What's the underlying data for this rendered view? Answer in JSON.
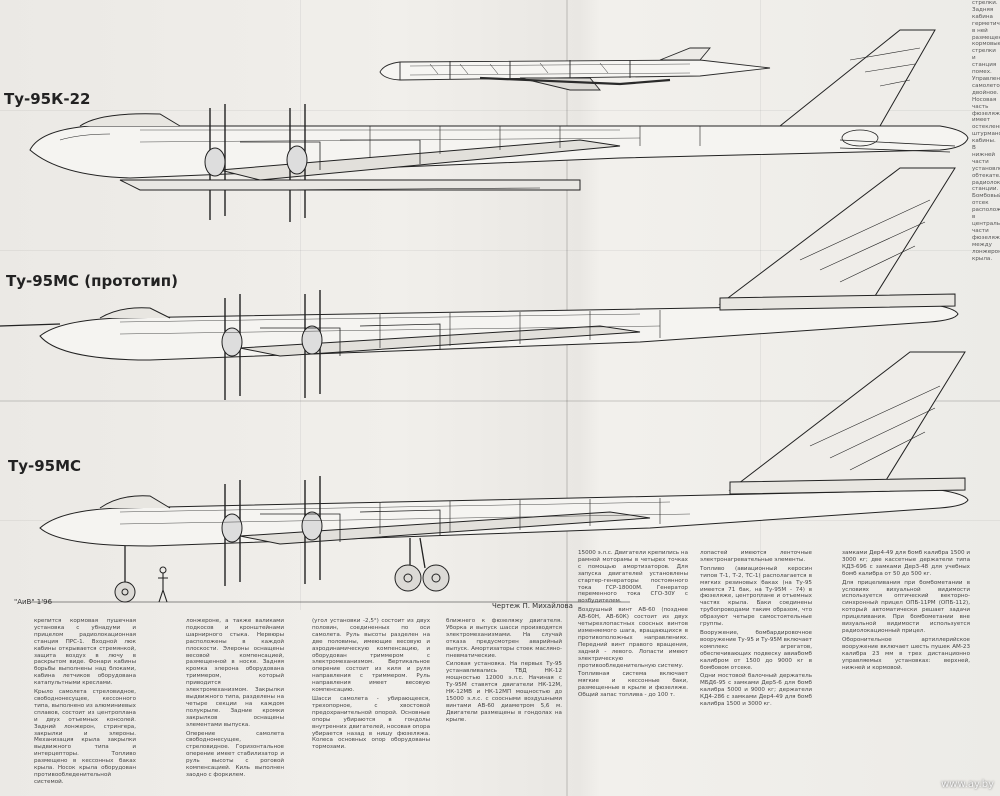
{
  "labels": {
    "top": "Ту-95К-22",
    "middle": "Ту-95МС (прототип)",
    "bottom": "Ту-95МС"
  },
  "credits": {
    "signature": "\"АиВ\" 1'96",
    "drawing": "Чертеж П. Михайлова"
  },
  "watermark": "www.ay.by",
  "text_columns": [
    [
      "крепится кормовая пушечная установка с убнадуми и прицелом радиолокационная станция ПРС-1. Входной люк кабины открывается стремянкой, защита воздух в лючу в раскрытом виде. Фонари кабины борьбы выполнены над блоками, кабина летчиков оборудована катапультными креслами.",
      "Крыло самолета стреловидное, свободнонесущее, кессонного типа, выполнено из алюминиевых сплавов, состоит из центроплана и двух отъемных консолей. Задний лонжерон, стрингера, закрылки и элероны. Механизация крыла закрылки выдвижного типа и интерцепторы. Топливо размещено в кессонных баках крыла. Носок крыла оборудован противообледенительной системой."
    ],
    [
      "лонжероне, а также валиками подкосов и кронштейнами шарнирного стыка. Нервюры расположены в каждой плоскости. Элероны оснащены весовой компенсацией, размещенной в носке. Задняя кромка элерона оборудована триммером, который приводится электромеханизмом. Закрылки выдвижного типа, разделены на четыре секции на каждом полукрыле. Задние кромки закрылков оснащены элементами выпуска.",
      "Оперение самолета свободнонесущее, стреловидное. Горизонтальное оперение имеет стабилизатор и руль высоты с роговой компенсацией. Киль выполнен заодно с форкилем."
    ],
    [
      "(угол установки -2,5°) состоит из двух половин, соединенных по оси самолета. Руль высоты разделен на две половины, имеющие весовую и аэродинамическую компенсацию, и оборудован триммером с электромеханизмом. Вертикальное оперение состоит из киля и руля направления с триммером. Руль направления имеет весовую компенсацию.",
      "Шасси самолета - убирающееся, трехопорное, с хвостовой предохранительной опорой. Основные опоры убираются в гондолы внутренних двигателей, носовая опора убирается назад в нишу фюзеляжа. Колеса основных опор оборудованы тормозами."
    ],
    [
      "ближнего к фюзеляжу двигателя. Уборка и выпуск шасси производятся электромеханизмами. На случай отказа предусмотрен аварийный выпуск. Амортизаторы стоек масляно-пневматические.",
      "Силовая установка. На первых Ту-95 устанавливались ТВД НК-12 мощностью 12000 э.л.с. Начиная с Ту-95М ставятся двигатели НК-12М, НК-12МВ и НК-12МП мощностью до 15000 э.л.с. с соосными воздушными винтами АВ-60 диаметром 5,6 м. Двигатели размещены в гондолах на крыле."
    ],
    [
      "15000 э.л.с. Двигатели крепились на рамной моторамы в четырех точках с помощью амортизаторов. Для запуска двигателей установлены стартер-генераторы постоянного тока ГСР-18000М. Генератор переменного тока СГО-30У с возбудителем.",
      "Воздушный винт АВ-60 (позднее АВ-60Н, АВ-60К) состоит из двух четырехлопастных соосных винтов изменяемого шага, вращающихся в противоположных направлениях. Передний винт правого вращения, задний - левого. Лопасти имеют электрическую противообледенительную систему.",
      "Топливная система включает мягкие и кессонные баки, размещенные в крыле и фюзеляже. Общий запас топлива - до 100 т."
    ],
    [
      "лопастей имеются ленточные электронагревательные элементы.",
      "Топливо (авиационный керосин типов Т-1, Т-2, ТС-1) располагается в мягких резиновых баках (на Ту-95 имеется 71 бак, на Ту-95М - 74) в фюзеляже, центроплане и отъемных частях крыла. Баки соединены трубопроводами таким образом, что образуют четыре самостоятельные группы.",
      "Вооружение, бомбардировочное вооружение Ту-95 и Ту-95М включает комплекс агрегатов, обеспечивающих подвеску авиабомб калибром от 1500 до 9000 кг в бомбовом отсеке.",
      "Одни мостовой балочный держатель МБД6-95 с замками Дер5-6 для бомб калибра 5000 и 9000 кг; держатели КД4-286 с замками Дер4-49 для бомб калибра 1500 и 3000 кг."
    ],
    [
      "замками Дер4-49 для бомб калибра 1500 и 3000 кг; две кассетные держатели типа КДЗ-696 с замками Дер3-48 для учебных бомб калибра от 50 до 500 кг.",
      "Для прицеливания при бомбометании в условиях визуальной видимости используется оптический векторно-синхронный прицел ОПБ-11РМ (ОПБ-112), который автоматически решает задачи прицеливания. При бомбометании вне визуальной видимости используется радиолокационный прицел.",
      "Оборонительное артиллерийское вооружение включает шесть пушек АМ-23 калибра 23 мм в трех дистанционно управляемых установках: верхней, нижней и кормовой."
    ]
  ],
  "side_column": "стрелки. Задняя кабина герметичная, в ней размещены кормовые стрелки и станция помех. Управление самолетом двойное. Носовая часть фюзеляжа имеет остекление штурманской кабины. В нижней части установлен обтекатель радиолокационной станции. Бомбовый отсек расположен в центральной части фюзеляжа между лонжеронами крыла."
}
